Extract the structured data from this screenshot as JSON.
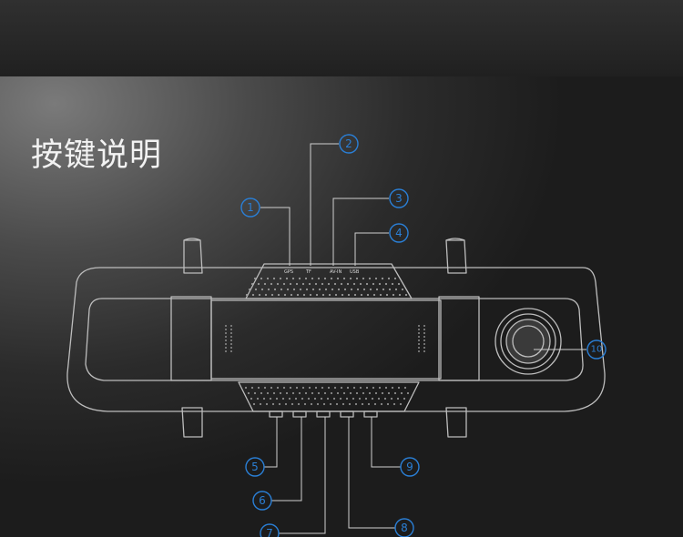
{
  "title": "按键说明",
  "callouts": [
    "1",
    "2",
    "3",
    "4",
    "5",
    "6",
    "7",
    "8",
    "9",
    "10"
  ],
  "button_labels": [
    "GPS",
    "TF",
    "AV-IN",
    "USB"
  ],
  "colors": {
    "callout": "#2a7fd6",
    "line": "#cfcfcf",
    "device_line": "#bcbcbc"
  }
}
